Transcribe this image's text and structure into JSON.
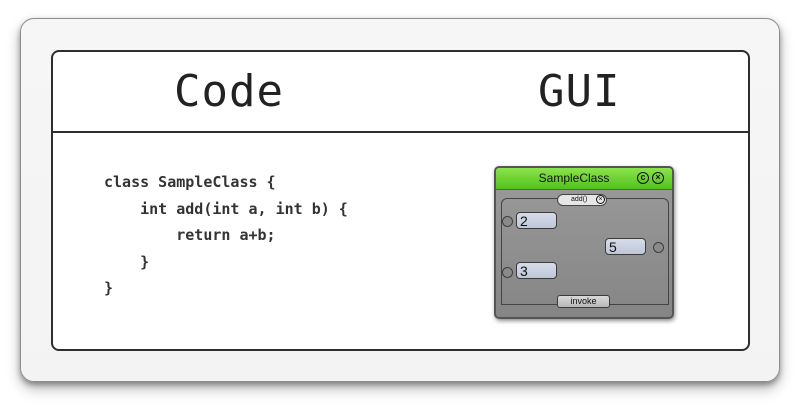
{
  "headings": {
    "code": "Code",
    "gui": "GUI"
  },
  "code_lines": [
    "class SampleClass {",
    "    int add(int a, int b) {",
    "        return a+b;",
    "    }",
    "}"
  ],
  "node": {
    "title": "SampleClass",
    "method_label": "add()",
    "inputs": [
      "2",
      "3"
    ],
    "output": "5",
    "invoke_label": "invoke"
  },
  "colors": {
    "titlebar": "#5ccc22",
    "node_body": "#8f8f8f",
    "field": "#cbd2e2"
  }
}
